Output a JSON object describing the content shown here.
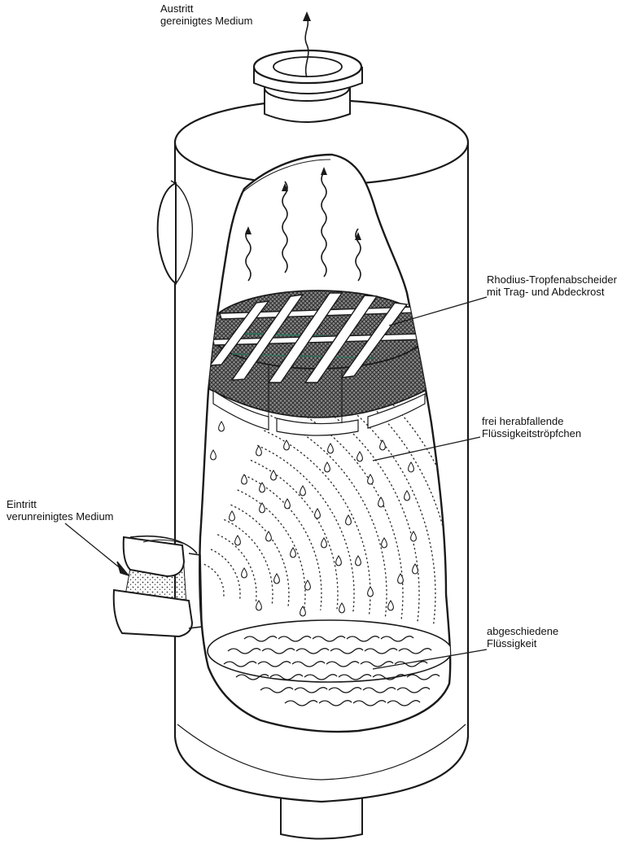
{
  "figure": {
    "kind": "cutaway drawing of a droplet separator vessel",
    "colors": {
      "line": "#1a1a1a",
      "shell": "#ffffff",
      "mesh": "#6b6b6b",
      "mesh_dark": "#3a3a3a",
      "grate_highlight": "#2f6f5a"
    }
  },
  "labels": {
    "outlet": {
      "line1": "Austritt",
      "line2": "gereinigtes Medium"
    },
    "demister": {
      "line1": "Rhodius-Tropfenabscheider",
      "line2": "mit Trag- und Abdeckrost"
    },
    "droplets": {
      "line1": "frei herabfallende",
      "line2": "Flüssigkeitströpfchen"
    },
    "inlet": {
      "line1": "Eintritt",
      "line2": "verunreinigtes Medium"
    },
    "liquid": {
      "line1": "abgeschiedene",
      "line2": "Flüssigkeit"
    }
  }
}
